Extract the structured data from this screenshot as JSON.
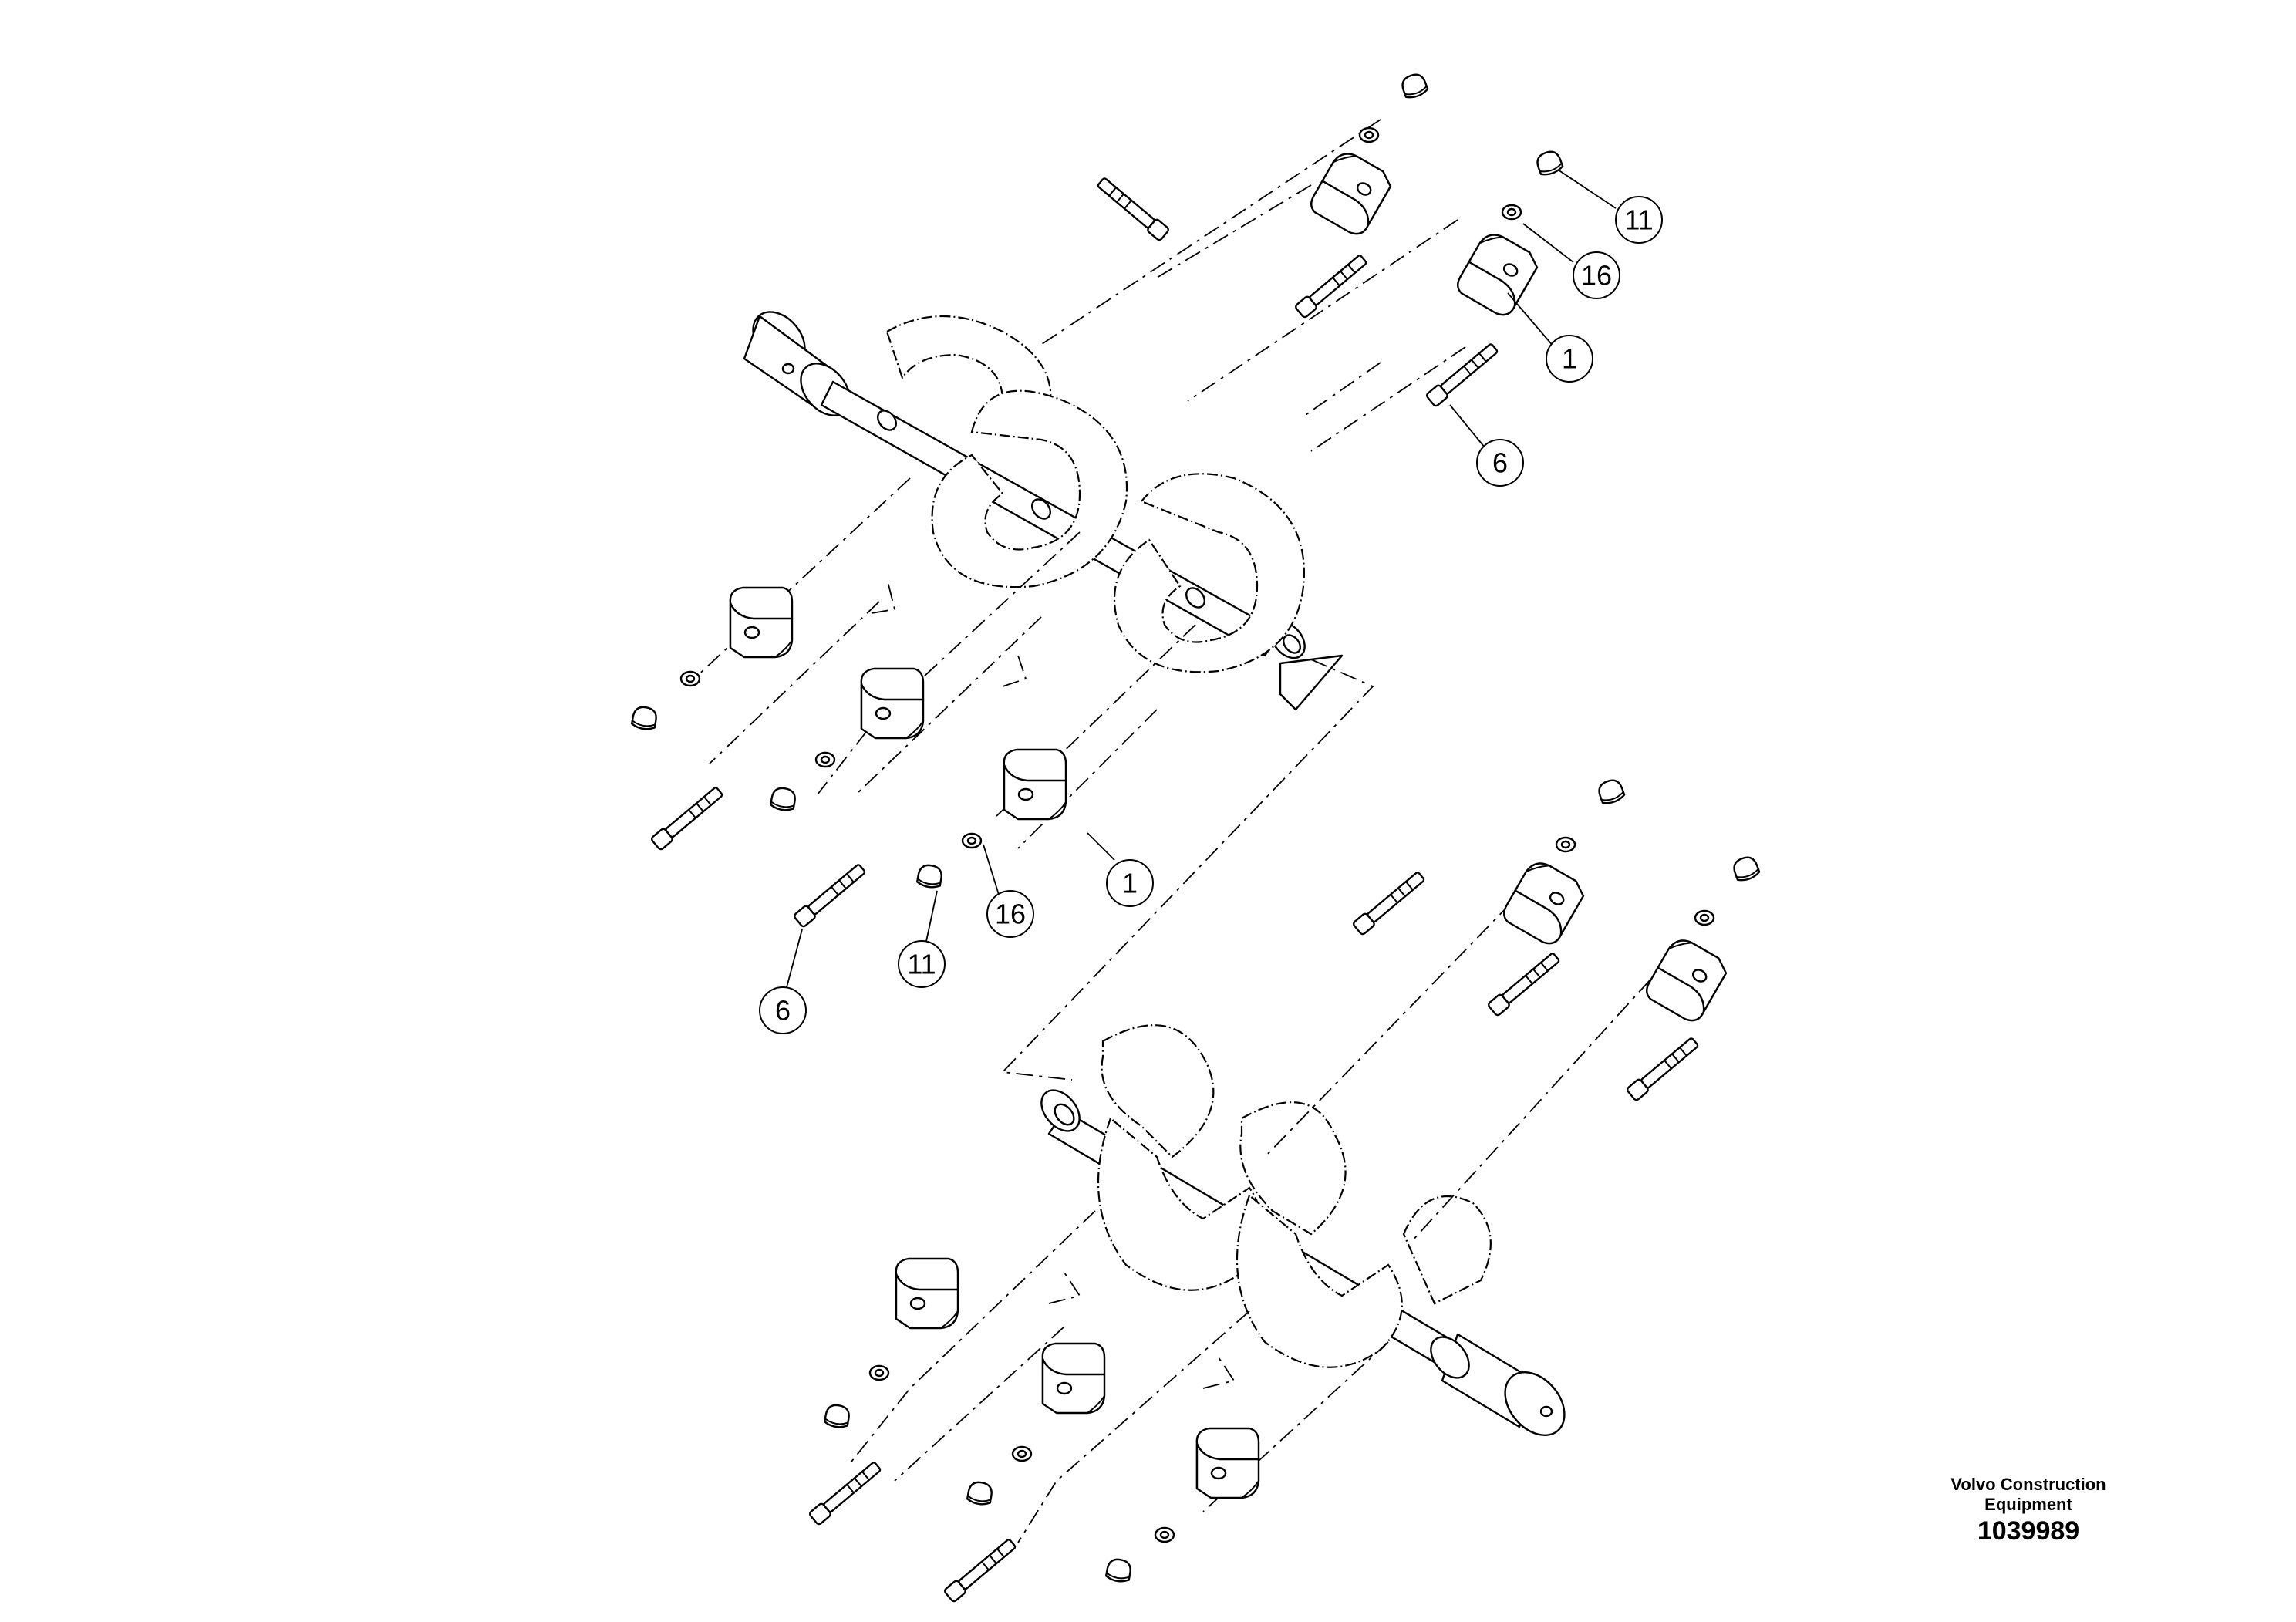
{
  "callouts": {
    "upper_1": "11",
    "upper_2": "16",
    "upper_3": "1",
    "upper_4": "6",
    "lower_1": "1",
    "lower_2": "16",
    "lower_3": "11",
    "lower_4": "6"
  },
  "brand": {
    "line1": "Volvo Construction",
    "line2": "Equipment"
  },
  "drawing_number": "1039989",
  "colors": {
    "line": "#000000",
    "background": "#ffffff"
  }
}
